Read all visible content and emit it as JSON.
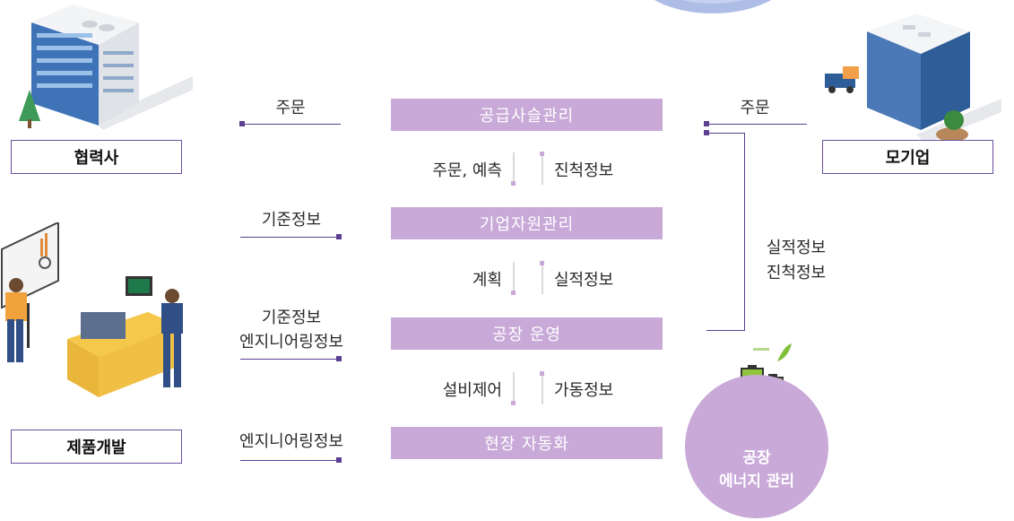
{
  "bars": {
    "scm": "공급사슬관리",
    "erp": "기업자원관리",
    "mes": "공장 운영",
    "automation": "현장 자동화"
  },
  "entities": {
    "partner": "협력사",
    "parent": "모기업",
    "product_dev": "제품개발"
  },
  "left_labels": {
    "order": "주문",
    "standard_info_1": "기준정보",
    "standard_info_2": "기준정보",
    "engineering_info_1": "엔지니어링정보",
    "engineering_info_2": "엔지니어링정보"
  },
  "right_labels": {
    "order": "주문",
    "performance": "실적정보",
    "progress": "진척정보"
  },
  "between": {
    "row1_left": "주문, 예측",
    "row1_right": "진척정보",
    "row2_left": "계획",
    "row2_right": "실적정보",
    "row3_left": "설비제어",
    "row3_right": "가동정보"
  },
  "energy": {
    "line1": "공장",
    "line2": "에너지 관리"
  },
  "colors": {
    "accent_purple": "#c8a9d8",
    "line_purple": "#5a3f93"
  }
}
